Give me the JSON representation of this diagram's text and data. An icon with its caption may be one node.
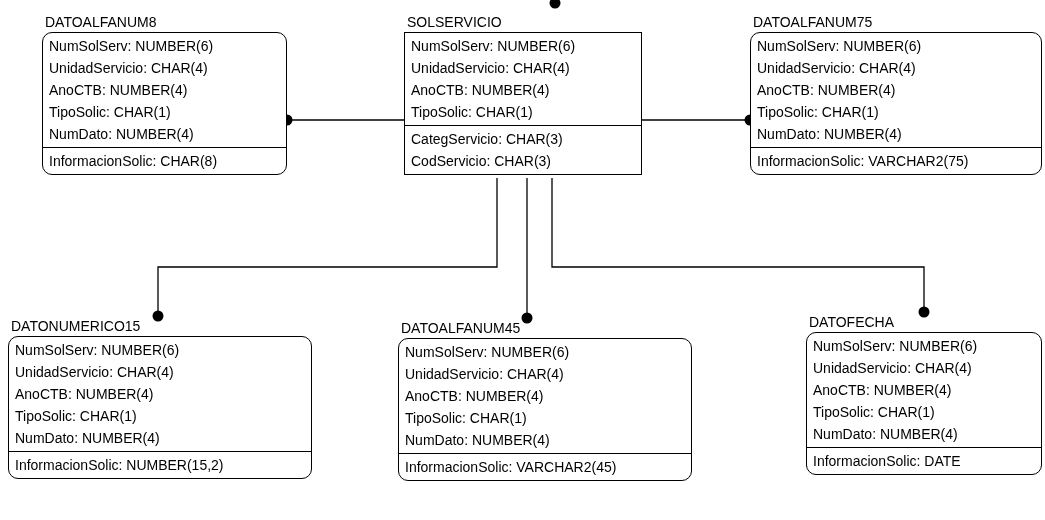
{
  "diagram": {
    "nodes": [
      {
        "text": [
          "SOLSERVICIO",
          "NumSolServ: NUMBER(6)",
          "UnidadServicio: CHAR(4)",
          "AnoCTB: NUMBER(4)",
          "TipoSolic: CHAR(1)",
          "CategServicio: CHAR(3)",
          "CodServicio: CHAR(3)"
        ]
      },
      {
        "text": [
          "DATOALFANUM8",
          "NumSolServ: NUMBER(6)",
          "UnidadServicio: CHAR(4)",
          "AnoCTB: NUMBER(4)",
          "TipoSolic: CHAR(1)",
          "NumDato: NUMBER(4)",
          "InformacionSolic: CHAR(8)"
        ]
      },
      {
        "text": [
          "DATOALFANUM75",
          "NumSolServ: NUMBER(6)",
          "UnidadServicio: CHAR(4)",
          "AnoCTB: NUMBER(4)",
          "TipoSolic: CHAR(1)",
          "NumDato: NUMBER(4)",
          "InformacionSolic: VARCHAR2(75)"
        ]
      },
      {
        "text": [
          "DATONUMERICO15",
          "NumSolServ: NUMBER(6)",
          "UnidadServicio: CHAR(4)",
          "AnoCTB: NUMBER(4)",
          "TipoSolic: CHAR(1)",
          "NumDato: NUMBER(4)",
          "InformacionSolic: NUMBER(15,2)"
        ]
      },
      {
        "text": [
          "DATOALFANUM45",
          "NumSolServ: NUMBER(6)",
          "UnidadServicio: CHAR(4)",
          "AnoCTB: NUMBER(4)",
          "TipoSolic: CHAR(1)",
          "NumDato: NUMBER(4)",
          "InformacionSolic: VARCHAR2(45)"
        ]
      },
      {
        "text": [
          "DATOFECHA",
          "NumSolServ: NUMBER(6)",
          "UnidadServicio: CHAR(4)",
          "AnoCTB: NUMBER(4)",
          "TipoSolic: CHAR(1)",
          "NumDato: NUMBER(4)",
          "InformacionSolic: DATE"
        ]
      }
    ],
    "edges": [
      {
        "from": 0,
        "to": 1,
        "arrow": "other"
      },
      {
        "from": 0,
        "to": 2,
        "arrow": "other"
      },
      {
        "from": 0,
        "to": 3,
        "arrow": "other"
      },
      {
        "from": 0,
        "to": 4,
        "arrow": "other"
      },
      {
        "from": 0,
        "to": 5,
        "arrow": "other"
      }
    ]
  }
}
